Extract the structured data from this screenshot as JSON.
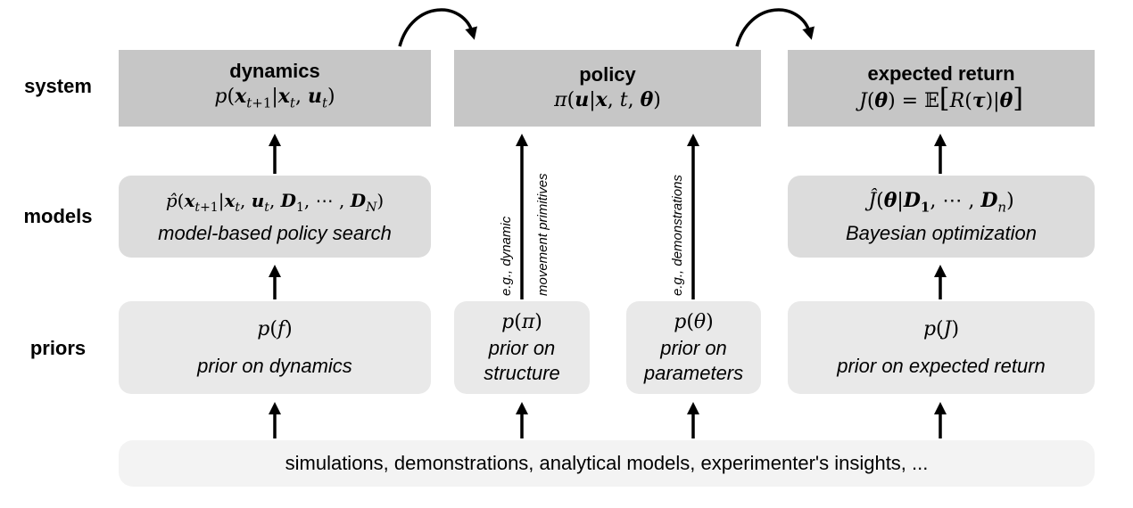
{
  "rows": {
    "system": "system",
    "models": "models",
    "priors": "priors"
  },
  "system": {
    "dynamics": {
      "title": "dynamics",
      "formula": "p(x_{t+1}|x_t, u_t)"
    },
    "policy": {
      "title": "policy",
      "formula": "π(u|x, t, θ)"
    },
    "expected_return": {
      "title": "expected return",
      "formula": "J(θ) = 𝔼[R(τ)|θ]"
    }
  },
  "models": {
    "left": {
      "formula": "p̂(x_{t+1}|x_t, u_t, D_1, ⋯ , D_N)",
      "label": "model-based policy search"
    },
    "right": {
      "formula": "Ĵ(θ|D_1, ⋯ , D_n)",
      "label": "Bayesian optimization"
    }
  },
  "priors": {
    "dynamics": {
      "formula": "p(f)",
      "label": "prior on dynamics"
    },
    "structure": {
      "formula": "p(π)",
      "label_line1": "prior on",
      "label_line2": "structure"
    },
    "parameters": {
      "formula": "p(θ)",
      "label_line1": "prior on",
      "label_line2": "parameters"
    },
    "return": {
      "formula": "p(J)",
      "label": "prior on expected return"
    }
  },
  "arrow_labels": {
    "structure_line1": "e.g., dynamic",
    "structure_line2": "movement primitives",
    "parameters": "e.g., demonstrations"
  },
  "sources": "simulations, demonstrations, analytical models, experimenter's insights, ..."
}
